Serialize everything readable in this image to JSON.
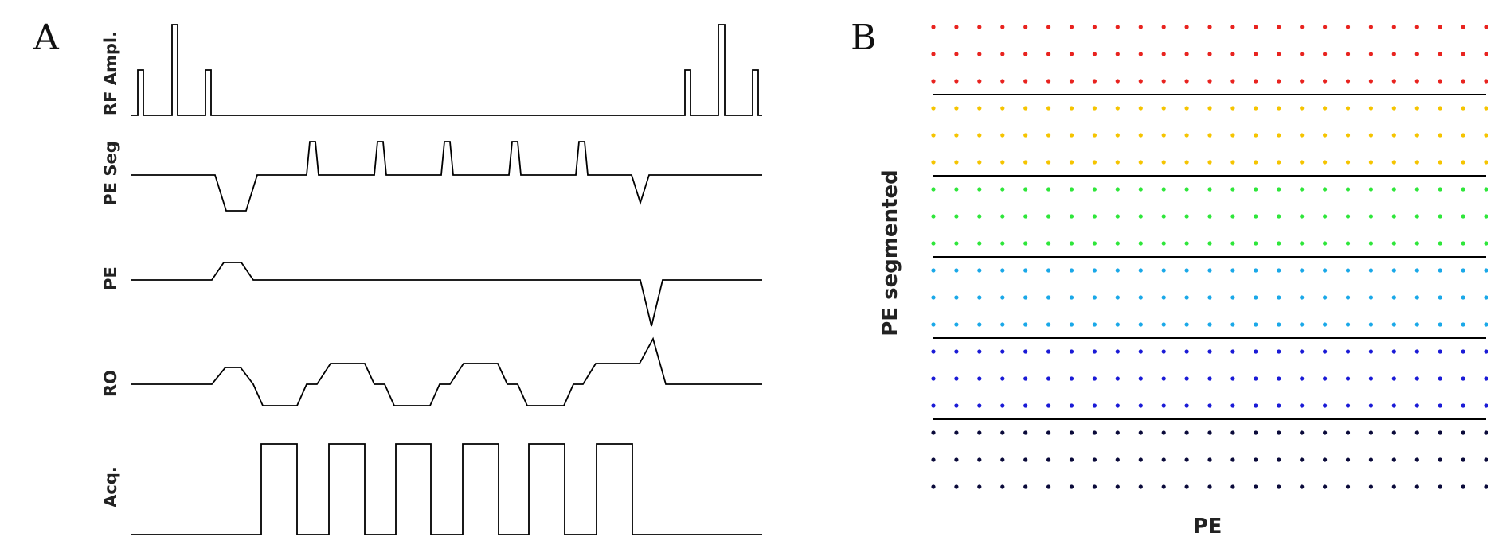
{
  "panel_a": {
    "letter": "A",
    "rows": [
      {
        "key": "rf",
        "label": "RF Ampl."
      },
      {
        "key": "peseg",
        "label": "PE Seg"
      },
      {
        "key": "pe",
        "label": "PE"
      },
      {
        "key": "ro",
        "label": "RO"
      },
      {
        "key": "acq",
        "label": "Acq."
      }
    ]
  },
  "panel_b": {
    "letter": "B",
    "ylabel": "PE segmented",
    "xlabel": "PE",
    "columns_per_row": 25,
    "segments": [
      {
        "color": "#e8231f",
        "lines": 3
      },
      {
        "color": "#f5c400",
        "lines": 3
      },
      {
        "color": "#2ee63a",
        "lines": 3
      },
      {
        "color": "#1aa8e8",
        "lines": 3
      },
      {
        "color": "#1a1ad6",
        "lines": 3
      },
      {
        "color": "#0a0a3a",
        "lines": 3
      }
    ]
  }
}
